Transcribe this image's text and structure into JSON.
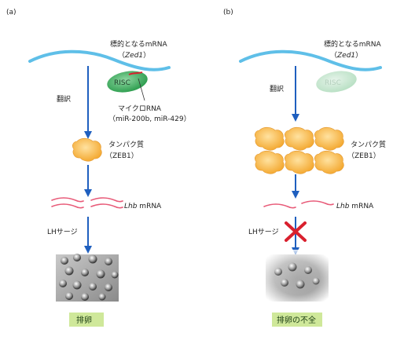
{
  "panels": {
    "a": {
      "label": "(a)",
      "target_mrna": "標的となるmRNA",
      "gene_paren_open": "（",
      "gene": "Zed1",
      "gene_paren_close": "）",
      "risc": "RISC",
      "translation": "翻訳",
      "microrna": "マイクロRNA",
      "microrna_names": "（miR-200b, miR-429）",
      "protein": "タンパク質",
      "protein_name": "（ZEB1）",
      "lhb_italic": "Lhb",
      "lhb_rest": " mRNA",
      "lh_surge": "LHサージ",
      "outcome": "排卵"
    },
    "b": {
      "label": "(b)",
      "target_mrna": "標的となるmRNA",
      "gene_paren_open": "（",
      "gene": "Zed1",
      "gene_paren_close": "）",
      "risc": "RISC",
      "translation": "翻訳",
      "protein": "タンパク質",
      "protein_name": "（ZEB1）",
      "lhb_italic": "Lhb",
      "lhb_rest": " mRNA",
      "lh_surge": "LHサージ",
      "outcome": "排卵の不全"
    }
  },
  "colors": {
    "mrna_strand": "#5fbfe8",
    "arrow": "#1f5fbf",
    "risc_fill": "#2e9e4f",
    "risc_faded": "#b9e0c4",
    "protein_fill": "#f5b33a",
    "lhb_mrna": "#e85a78",
    "block_x": "#d9202e",
    "badge_fill": "#cfe89a",
    "microrna_red": "#d9202e"
  }
}
